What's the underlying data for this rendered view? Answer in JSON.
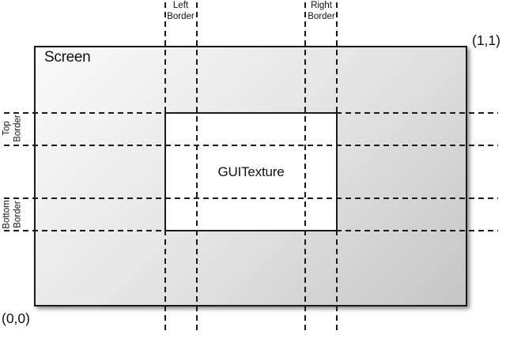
{
  "diagram": {
    "screen_label": "Screen",
    "texture_label": "GUITexture",
    "coord_top_right": "(1,1)",
    "coord_bottom_left": "(0,0)",
    "border_labels": {
      "left": "Left\nBorder",
      "right": "Right\nBorder",
      "top": "Top\nBorder",
      "bottom": "Bottom\nBorder"
    },
    "colors": {
      "line": "#1a1a1a",
      "screen_gradient_start": "#fafafa",
      "screen_gradient_end": "#c5c5c5",
      "texture_fill": "#ffffff",
      "page_background": "#ffffff"
    }
  }
}
